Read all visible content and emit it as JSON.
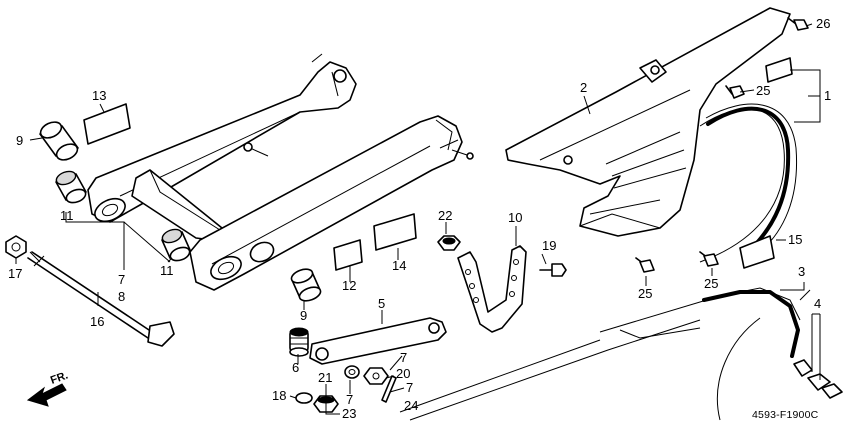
{
  "diagram": {
    "code": "4593-F1900C",
    "direction_label": "FR.",
    "callouts": [
      "1",
      "2",
      "3",
      "4",
      "5",
      "6",
      "7",
      "8",
      "9",
      "10",
      "11",
      "12",
      "13",
      "14",
      "15",
      "16",
      "17",
      "18",
      "19",
      "20",
      "21",
      "22",
      "23",
      "24",
      "25",
      "26"
    ]
  },
  "labels": {
    "c1": "1",
    "c2": "2",
    "c3": "3",
    "c4": "4",
    "c5": "5",
    "c6": "6",
    "c7a": "7",
    "c7b": "7",
    "c7c": "7",
    "c7d": "7",
    "c8": "8",
    "c9a": "9",
    "c9b": "9",
    "c10": "10",
    "c11a": "11",
    "c11b": "11",
    "c12": "12",
    "c13": "13",
    "c14": "14",
    "c15": "15",
    "c16": "16",
    "c17": "17",
    "c18": "18",
    "c19": "19",
    "c20": "20",
    "c21": "21",
    "c22": "22",
    "c23": "23",
    "c24": "24",
    "c25a": "25",
    "c25b": "25",
    "c25c": "25",
    "c26": "26"
  }
}
